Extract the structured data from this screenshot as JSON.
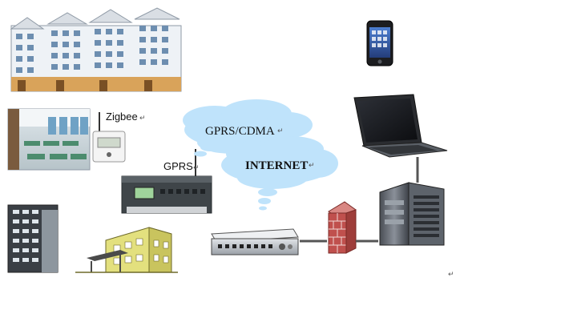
{
  "labels": {
    "zigbee": "Zigbee",
    "gprs": "GPRS",
    "gprs_cdma": "GPRS/CDMA",
    "internet": "INTERNET",
    "return_mark": "↵"
  },
  "colors": {
    "cloud": "#bfe3fb",
    "cloud_edge": "#9ccdf0",
    "firewall_brick": "#c0504d",
    "link_line": "#555555",
    "building_wall": "#e8eef4",
    "office_wall": "#e3e07e",
    "device_body": "#b9bec4",
    "lcd": "#9fd39b"
  },
  "icons": {
    "residential": "apartment-building-icon",
    "office": "office-interior-photo",
    "sensor": "zigbee-sensor-icon",
    "gateway": "gprs-gateway-icon",
    "tower": "tower-building-icon",
    "house": "office-building-icon",
    "switch": "network-switch-icon",
    "firewall": "firewall-icon",
    "server": "server-icon",
    "laptop": "laptop-icon",
    "phone": "smartphone-icon"
  }
}
